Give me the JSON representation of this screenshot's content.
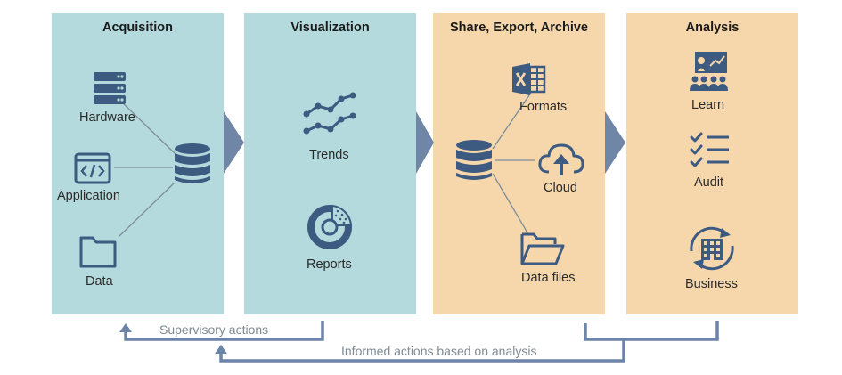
{
  "panels": {
    "acquisition": {
      "title": "Acquisition",
      "items": [
        {
          "label": "Hardware",
          "icon": "server-icon"
        },
        {
          "label": "Application",
          "icon": "code-window-icon"
        },
        {
          "label": "Data",
          "icon": "folder-icon"
        }
      ],
      "hub_icon": "database-icon"
    },
    "visualization": {
      "title": "Visualization",
      "items": [
        {
          "label": "Trends",
          "icon": "trend-lines-icon"
        },
        {
          "label": "Reports",
          "icon": "donut-chart-icon"
        }
      ]
    },
    "share": {
      "title": "Share, Export, Archive",
      "items": [
        {
          "label": "Formats",
          "icon": "excel-icon"
        },
        {
          "label": "Cloud",
          "icon": "cloud-upload-icon"
        },
        {
          "label": "Data files",
          "icon": "open-folder-icon"
        }
      ],
      "hub_icon": "database-icon"
    },
    "analysis": {
      "title": "Analysis",
      "items": [
        {
          "label": "Learn",
          "icon": "presentation-icon"
        },
        {
          "label": "Audit",
          "icon": "checklist-icon"
        },
        {
          "label": "Business",
          "icon": "building-cycle-icon"
        }
      ]
    }
  },
  "feedback": {
    "supervisory": "Supervisory  actions",
    "informed": "Informed  actions based on analysis"
  },
  "colors": {
    "teal_panel": "#b5dadd",
    "tan_panel": "#f6d7ac",
    "icon_blue": "#3d5a80",
    "arrow": "#6f86a6",
    "feedback_line": "#6b84a8"
  }
}
